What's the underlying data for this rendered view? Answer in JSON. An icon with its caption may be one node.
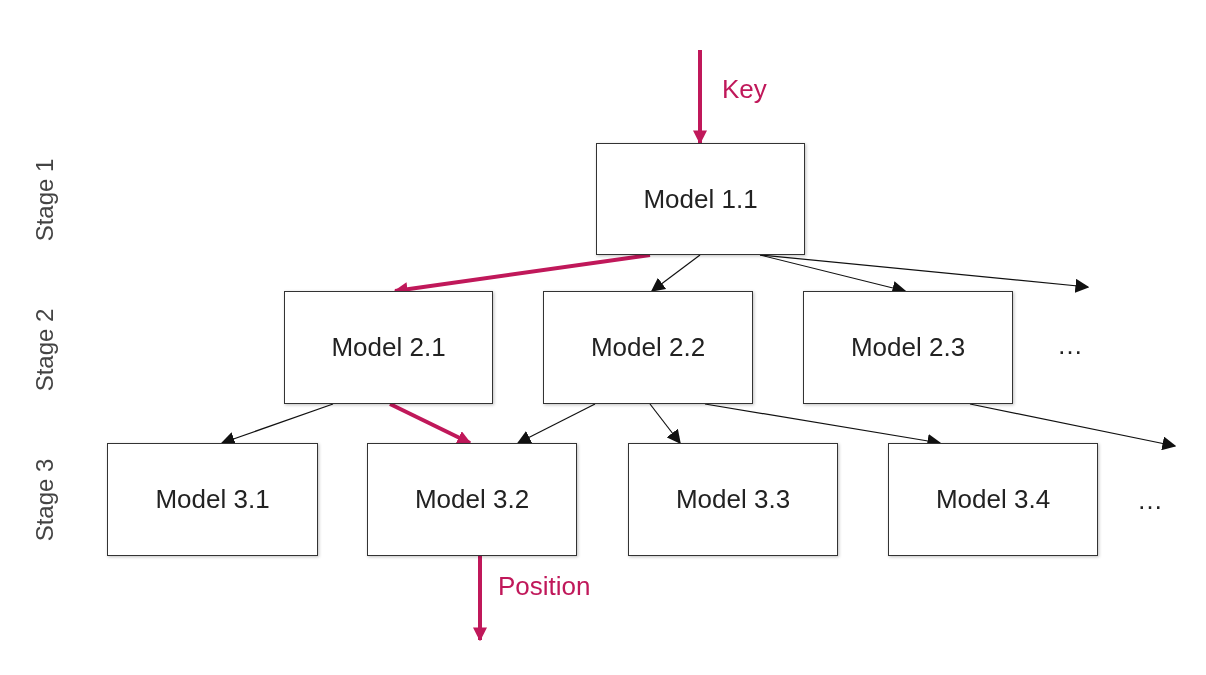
{
  "diagram": {
    "nodes": [
      {
        "text": [
          "Model 1.1"
        ]
      },
      {
        "text": [
          "Model 2.1"
        ]
      },
      {
        "text": [
          "Model 2.2"
        ]
      },
      {
        "text": [
          "Model 2.3"
        ]
      },
      {
        "text": [
          "Model 3.1"
        ]
      },
      {
        "text": [
          "Model 3.2"
        ]
      },
      {
        "text": [
          "Model 3.3"
        ]
      },
      {
        "text": [
          "Model 3.4"
        ]
      }
    ],
    "edges": [
      {
        "from": null,
        "to": 0,
        "arrow": "to",
        "label": "Key",
        "style": "thick",
        "color": "#c0185a"
      },
      {
        "from": 0,
        "to": 1,
        "arrow": "to",
        "style": "thick",
        "color": "#c0185a"
      },
      {
        "from": 0,
        "to": 2,
        "arrow": "to"
      },
      {
        "from": 0,
        "to": 3,
        "arrow": "to"
      },
      {
        "from": 0,
        "to": null,
        "arrow": "to"
      },
      {
        "from": 1,
        "to": 4,
        "arrow": "to"
      },
      {
        "from": 1,
        "to": 5,
        "arrow": "to",
        "style": "thick",
        "color": "#c0185a"
      },
      {
        "from": 2,
        "to": 5,
        "arrow": "to"
      },
      {
        "from": 2,
        "to": 6,
        "arrow": "to"
      },
      {
        "from": 2,
        "to": 7,
        "arrow": "to"
      },
      {
        "from": 3,
        "to": null,
        "arrow": "to"
      },
      {
        "from": 5,
        "to": null,
        "arrow": "to",
        "label": "Position",
        "style": "thick",
        "color": "#c0185a"
      }
    ],
    "labels": [
      "Stage 1",
      "Stage 2",
      "Stage 3",
      "…",
      "…"
    ]
  }
}
